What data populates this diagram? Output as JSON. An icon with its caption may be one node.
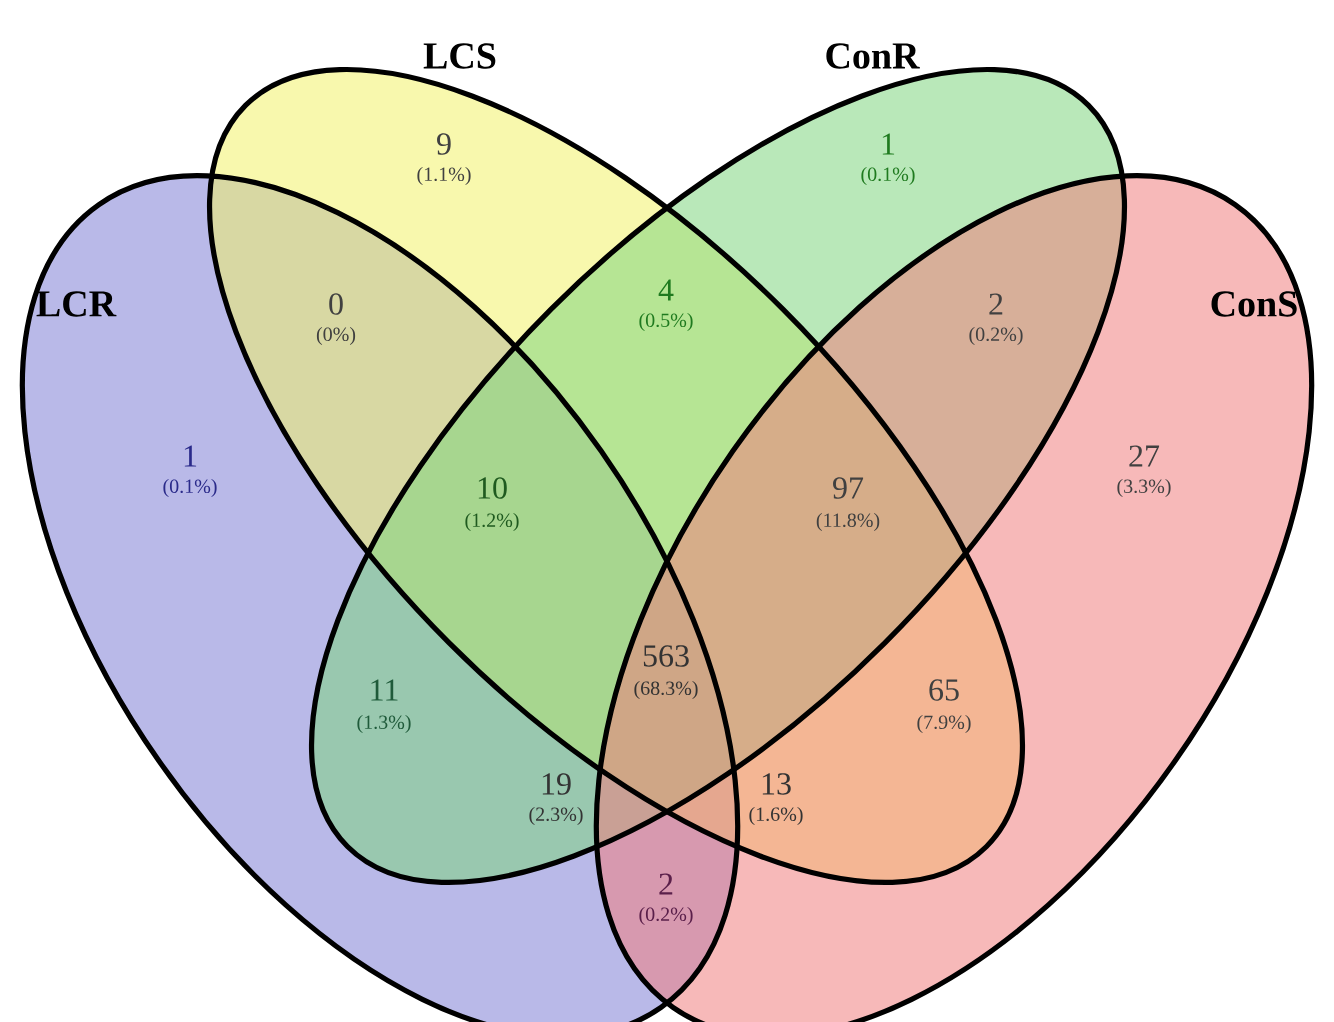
{
  "diagram": {
    "nodes": [
      {
        "text": [
          "LCR"
        ]
      },
      {
        "text": [
          "LCS"
        ]
      },
      {
        "text": [
          "ConR"
        ]
      },
      {
        "text": [
          "ConS"
        ]
      }
    ],
    "labels": [
      "9",
      "(1.1%)",
      "1",
      "(0.1%)",
      "0",
      "(0%)",
      "4",
      "(0.5%)",
      "2",
      "(0.2%)",
      "1",
      "(0.1%)",
      "27",
      "(3.3%)",
      "10",
      "(1.2%)",
      "97",
      "(11.8%)",
      "563",
      "(68.3%)",
      "11",
      "(1.3%)",
      "65",
      "(7.9%)",
      "19",
      "(2.3%)",
      "13",
      "(1.6%)",
      "2",
      "(0.2%)"
    ]
  }
}
